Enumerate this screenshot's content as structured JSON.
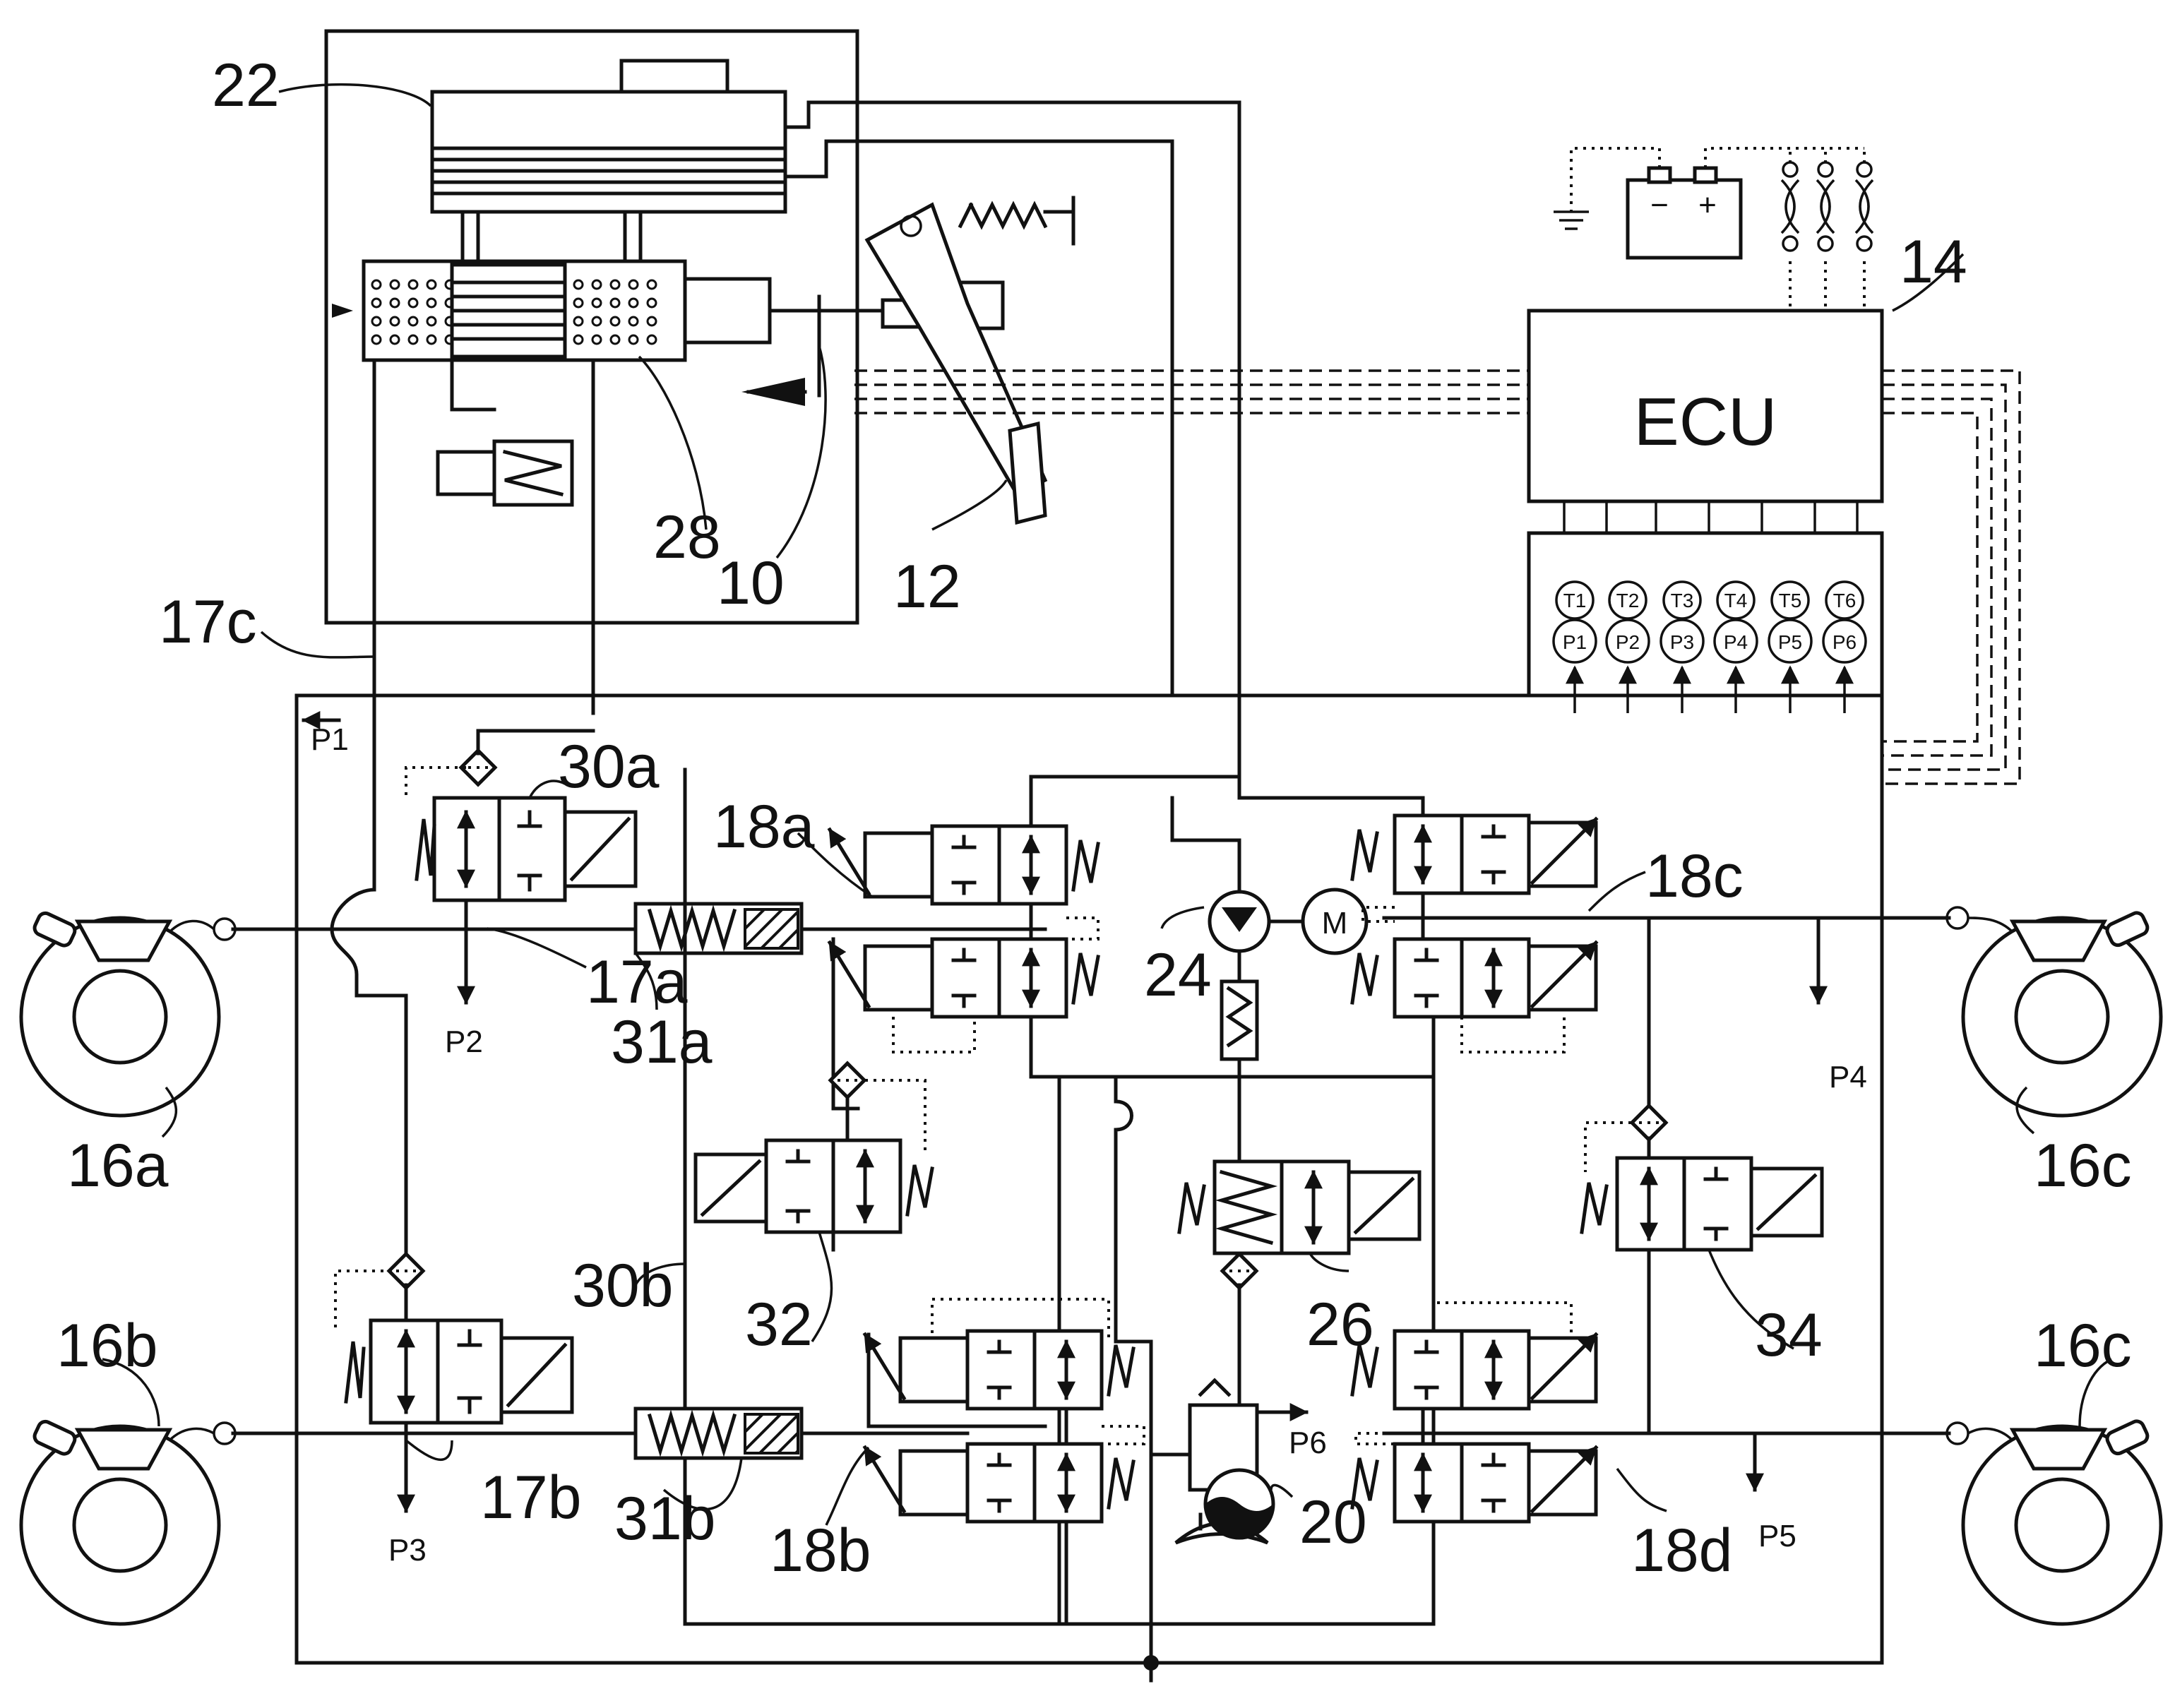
{
  "controller": {
    "label": "ECU"
  },
  "sensors": {
    "temperature": [
      "T1",
      "T2",
      "T3",
      "T4",
      "T5",
      "T6"
    ],
    "pressure": [
      "P1",
      "P2",
      "P3",
      "P4",
      "P5",
      "P6"
    ]
  },
  "battery": {
    "minus": "−",
    "plus": "+"
  },
  "pressure_taps": [
    {
      "id": "p1",
      "text": "P1"
    },
    {
      "id": "p2",
      "text": "P2"
    },
    {
      "id": "p3",
      "text": "P3"
    },
    {
      "id": "p4",
      "text": "P4"
    },
    {
      "id": "p5",
      "text": "P5"
    },
    {
      "id": "p6",
      "text": "P6"
    }
  ],
  "reference_labels": [
    {
      "id": "22",
      "text": "22"
    },
    {
      "id": "28",
      "text": "28"
    },
    {
      "id": "10",
      "text": "10"
    },
    {
      "id": "12",
      "text": "12"
    },
    {
      "id": "14",
      "text": "14"
    },
    {
      "id": "17c",
      "text": "17c"
    },
    {
      "id": "30a",
      "text": "30a"
    },
    {
      "id": "18a",
      "text": "18a"
    },
    {
      "id": "18c",
      "text": "18c"
    },
    {
      "id": "17a",
      "text": "17a"
    },
    {
      "id": "31a",
      "text": "31a"
    },
    {
      "id": "24",
      "text": "24"
    },
    {
      "id": "16a",
      "text": "16a"
    },
    {
      "id": "16c-top",
      "text": "16c"
    },
    {
      "id": "30b",
      "text": "30b"
    },
    {
      "id": "32",
      "text": "32"
    },
    {
      "id": "26",
      "text": "26"
    },
    {
      "id": "34",
      "text": "34"
    },
    {
      "id": "16b",
      "text": "16b"
    },
    {
      "id": "16c-bottom",
      "text": "16c"
    },
    {
      "id": "17b",
      "text": "17b"
    },
    {
      "id": "31b",
      "text": "31b"
    },
    {
      "id": "18b",
      "text": "18b"
    },
    {
      "id": "18d",
      "text": "18d"
    },
    {
      "id": "20",
      "text": "20"
    }
  ]
}
